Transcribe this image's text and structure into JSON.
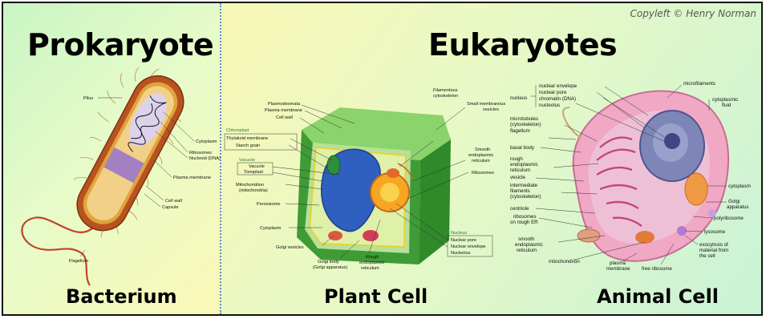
{
  "headings": {
    "prokaryote": "Prokaryote",
    "eukaryotes": "Eukaryotes",
    "copyleft": "Copyleft © Henry Norman"
  },
  "subtitles": {
    "bacterium": "Bacterium",
    "plant_cell": "Plant Cell",
    "animal_cell": "Animal Cell"
  },
  "bacterium_labels": {
    "pilus": "Pilus",
    "cytoplasm": "Cytoplasm",
    "ribosomes": "Ribosomes",
    "nucleoid": "Nucleoid (DNA)",
    "plasma_membrane": "Plasma membrane",
    "cell_wall": "Cell wall",
    "capsule": "Capsule",
    "flagellum": "Flagellum"
  },
  "plant_labels": {
    "plasmodesmata": "Plasmodesmata",
    "plasma_membrane": "Plasma membrane",
    "cell_wall": "Cell wall",
    "chloroplast": "Chloroplast",
    "thylakoid_membrane": "Thylakoid membrane",
    "starch_grain": "Starch grain",
    "vacuole_group": "Vacuole",
    "vacuole": "Vacuole",
    "tonoplast": "Tonoplast",
    "mitochondrion": "Mitochondrion",
    "mitochondria": "(mitochondria)",
    "peroxisome": "Peroxisome",
    "cytoplasm": "Cytoplasm",
    "golgi_vesicles": "Golgi vesicles",
    "golgi_body": "Golgi body",
    "golgi_apparatus": "(Golgi apparatus)",
    "rough_er_1": "Rough",
    "rough_er_2": "endoplasmic",
    "rough_er_3": "reticulum",
    "filamentous_1": "Filamentous",
    "filamentous_2": "cytoskeleton",
    "small_vesicles_1": "Small membranous",
    "small_vesicles_2": "vesicles",
    "smooth_er_1": "Smooth",
    "smooth_er_2": "endoplasmic",
    "smooth_er_3": "reticulum",
    "ribosomes": "Ribosomes",
    "nucleus_group": "Nucleus",
    "nuclear_pore": "Nuclear pore",
    "nuclear_envelope": "Nuclear envelope",
    "nucleolus": "Nucleolus"
  },
  "animal_labels": {
    "nucleus": "nucleus",
    "nuclear_envelope": "nuclear envelope",
    "nuclear_pore": "nuclear pore",
    "chromatin": "chromatin (DNA)",
    "nucleolus": "nucleolus",
    "microtubules_1": "microtubules",
    "microtubules_2": "(cytoskeleton)",
    "flagellum": "flagellum",
    "basal_body": "basal body",
    "rough_er_1": "rough",
    "rough_er_2": "endoplasmic",
    "rough_er_3": "reticulum",
    "vesicle": "vesicle",
    "intermediate_1": "intermediate",
    "intermediate_2": "filaments",
    "intermediate_3": "(cytoskeleton)",
    "centriole": "centriole",
    "ribosomes_er_1": "ribosomes",
    "ribosomes_er_2": "on rough ER",
    "smooth_er_1": "smooth",
    "smooth_er_2": "endoplasmic",
    "smooth_er_3": "reticulum",
    "mitochondrion": "mitochondrion",
    "plasma_membrane_1": "plasma",
    "plasma_membrane_2": "membrane",
    "free_ribosome": "free ribosome",
    "microfilaments": "microfilaments",
    "cytoplasmic_fluid_1": "cytoplasmic",
    "cytoplasmic_fluid_2": "fluid",
    "cytoplasm": "cytoplasm",
    "golgi_1": "Golgi",
    "golgi_2": "apparatus",
    "polyribosome": "polyribosome",
    "lysosome": "lysosome",
    "exocytosis_1": "exocytosis of",
    "exocytosis_2": "material from",
    "exocytosis_3": "the cell"
  },
  "colors": {
    "plant_cell_wall": "#3f9b35",
    "vacuole": "#2f5fbf",
    "animal_cytoplasm": "#f0a8c4",
    "animal_nucleus": "#7e86b8",
    "bacterium_body": "#b8521f",
    "divider": "#5b8fd4"
  }
}
